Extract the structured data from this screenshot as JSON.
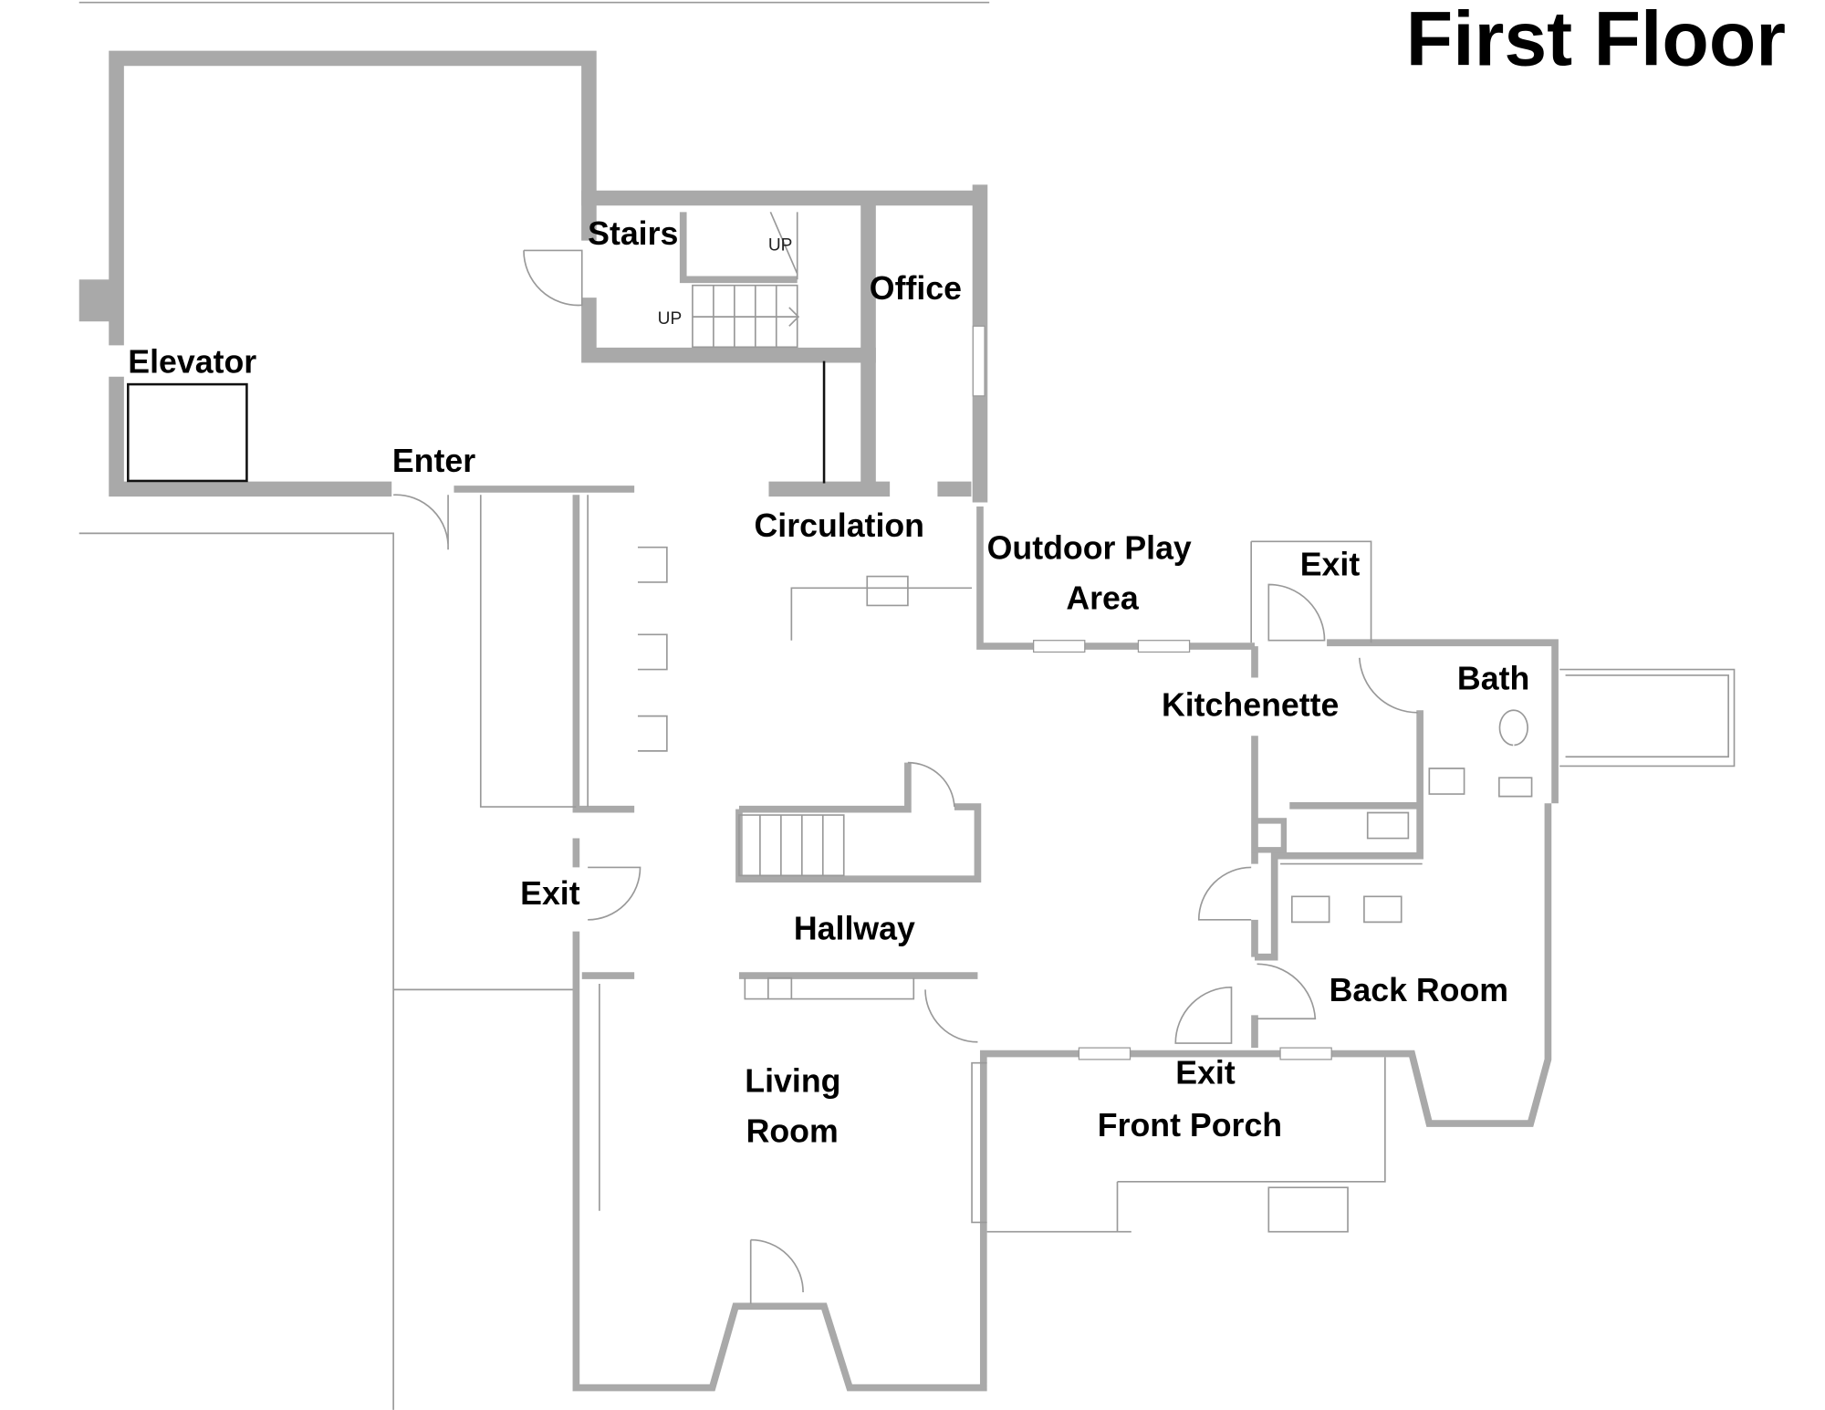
{
  "title": "First Floor",
  "rooms": {
    "stairs": "Stairs",
    "office": "Office",
    "elevator": "Elevator",
    "enter": "Enter",
    "circulation": "Circulation",
    "outdoor_play_1": "Outdoor Play",
    "outdoor_play_2": "Area",
    "exit_top": "Exit",
    "bath": "Bath",
    "kitchenette": "Kitchenette",
    "exit_left": "Exit",
    "hallway": "Hallway",
    "back_room": "Back Room",
    "living_1": "Living",
    "living_2": "Room",
    "exit_front": "Exit",
    "front_porch": "Front Porch"
  },
  "stair_markers": [
    "UP",
    "UP"
  ],
  "colors": {
    "wall": "#a9a9a9",
    "text": "#000000"
  }
}
